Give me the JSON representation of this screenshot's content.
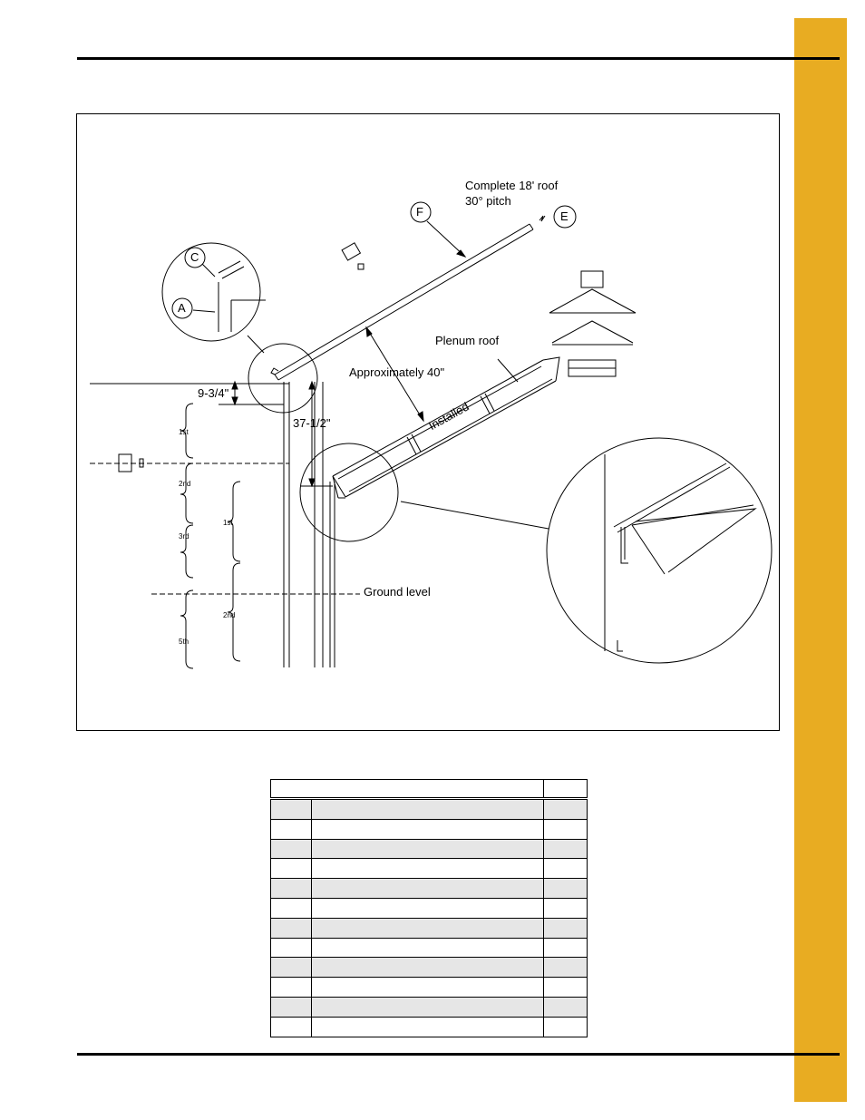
{
  "page": {
    "accent_color": "#e8ac22"
  },
  "figure": {
    "labels": {
      "complete_roof_line1": "Complete 18' roof",
      "complete_roof_line2": "30° pitch",
      "callout_f": "F",
      "callout_e": "E",
      "callout_c": "C",
      "callout_a": "A",
      "plenum_roof": "Plenum roof",
      "approx_40": "Approximately 40\"",
      "dim_9_3_4": "9-3/4\"",
      "dim_37_1_2": "37-1/2\"",
      "installed": "Installed",
      "ground_level": "Ground level",
      "ring_1st": "1st",
      "ring_2nd": "2nd",
      "ring_3rd": "3rd",
      "ring_5th": "5th",
      "inner_ring_1st": "1st",
      "inner_ring_2nd": "2nd"
    }
  },
  "table": {
    "header": [
      "",
      ""
    ],
    "rows": [
      [
        "",
        "",
        ""
      ],
      [
        "",
        "",
        ""
      ],
      [
        "",
        "",
        ""
      ],
      [
        "",
        "",
        ""
      ],
      [
        "",
        "",
        ""
      ],
      [
        "",
        "",
        ""
      ],
      [
        "",
        "",
        ""
      ],
      [
        "",
        "",
        ""
      ],
      [
        "",
        "",
        ""
      ],
      [
        "",
        "",
        ""
      ],
      [
        "",
        "",
        ""
      ],
      [
        "",
        "",
        ""
      ]
    ]
  }
}
